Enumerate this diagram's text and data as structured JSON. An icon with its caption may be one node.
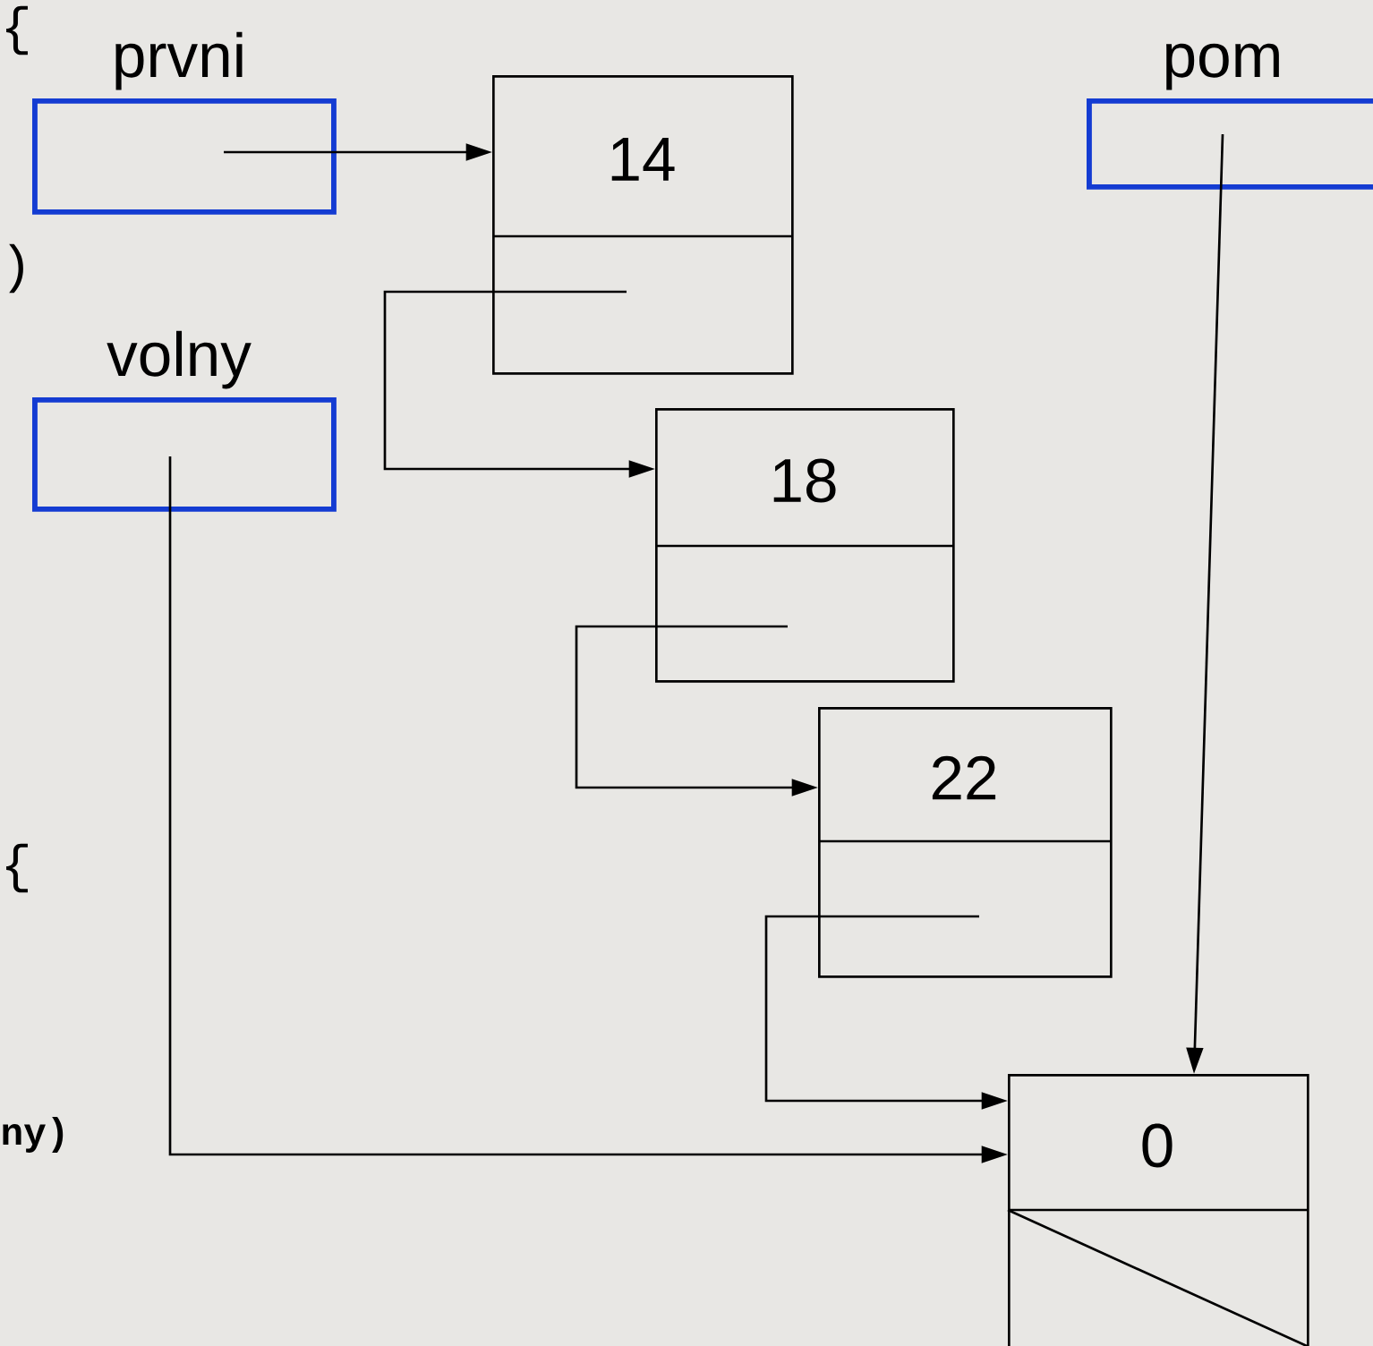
{
  "diagram": {
    "nodes": [
      {
        "text": [
          "prvni"
        ]
      },
      {
        "text": [
          "volny"
        ]
      },
      {
        "text": [
          "pom"
        ]
      },
      {
        "text": [
          "14"
        ]
      },
      {
        "text": [
          "18"
        ]
      },
      {
        "text": [
          "22"
        ]
      },
      {
        "text": [
          "0"
        ]
      }
    ],
    "edges": [
      {
        "from": 0,
        "to": 3,
        "arrow": "to"
      },
      {
        "from": 3,
        "to": 4,
        "arrow": "to"
      },
      {
        "from": 4,
        "to": 5,
        "arrow": "to"
      },
      {
        "from": 5,
        "to": 6,
        "arrow": "to"
      },
      {
        "from": 1,
        "to": 6,
        "arrow": "to"
      },
      {
        "from": 2,
        "to": 6,
        "arrow": "to"
      }
    ],
    "labels": [
      "{",
      ")",
      "{",
      "ny)"
    ]
  }
}
